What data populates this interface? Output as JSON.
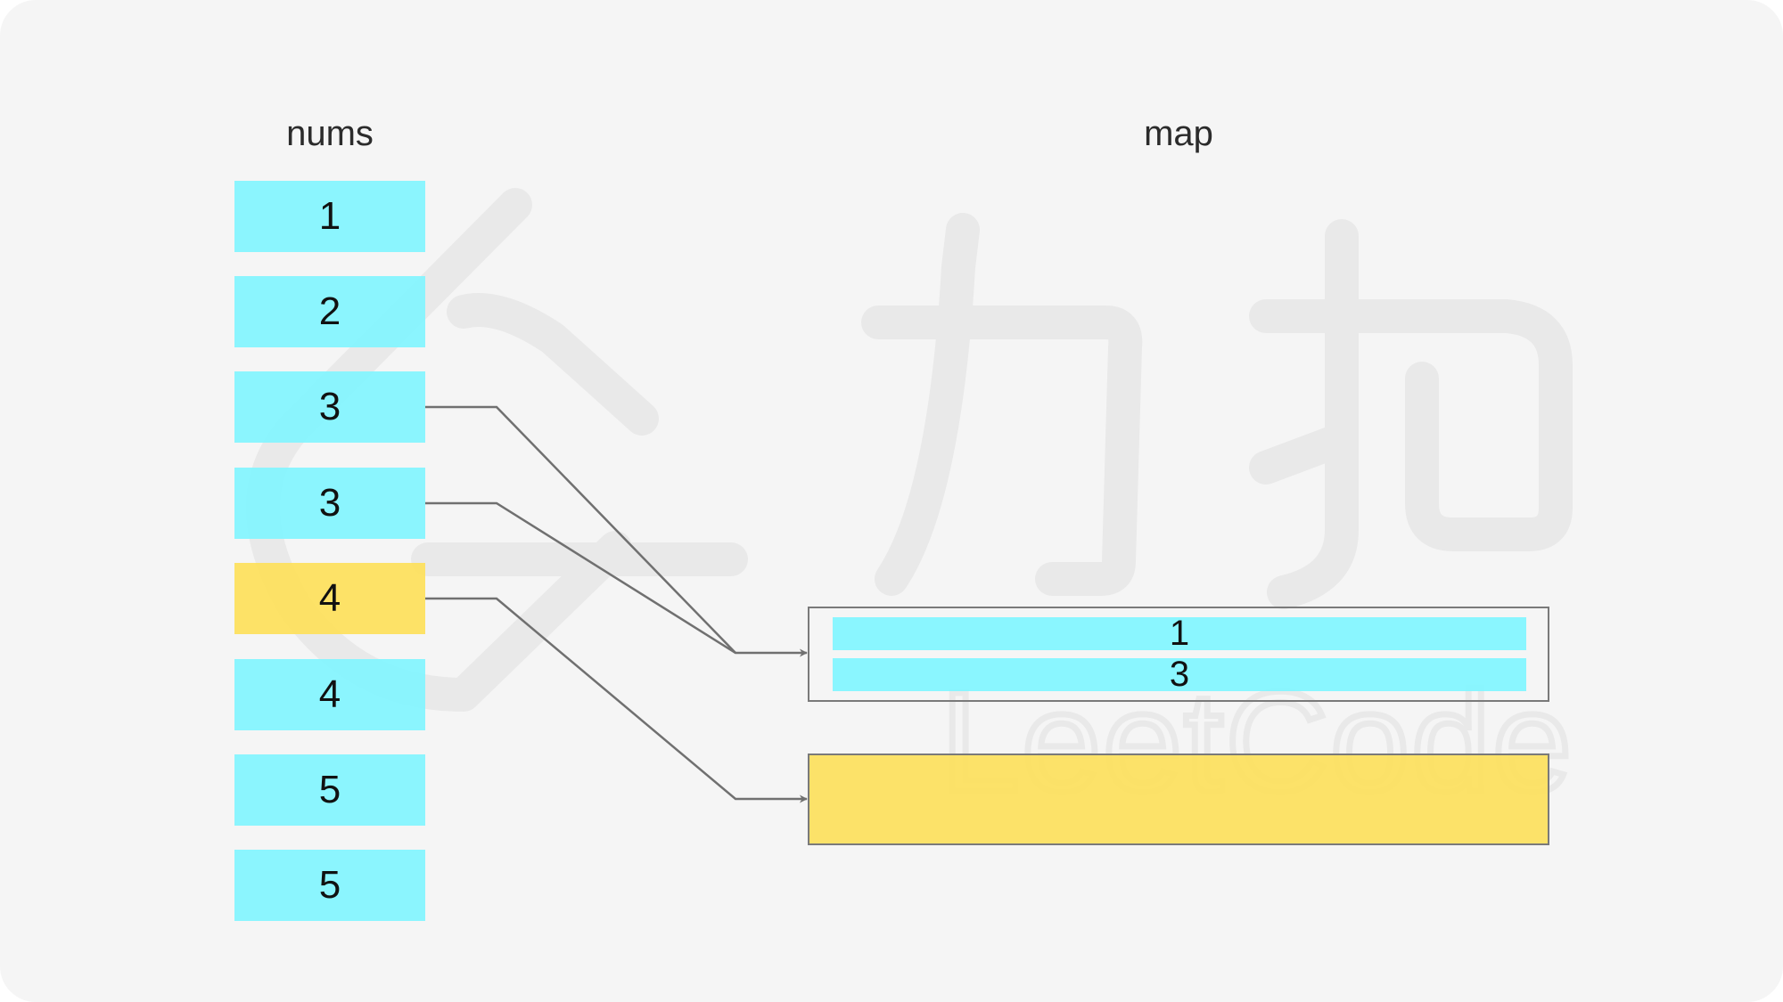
{
  "titles": {
    "nums": "nums",
    "map": "map"
  },
  "nums": [
    "1",
    "2",
    "3",
    "3",
    "4",
    "4",
    "5",
    "5"
  ],
  "map": {
    "entries": [
      "1",
      "3"
    ]
  },
  "colors": {
    "cyan": "#80f5ff",
    "yellow": "#fde05a",
    "border": "#7a7a7a",
    "arrow": "#707070"
  },
  "watermark": "LeetCode"
}
